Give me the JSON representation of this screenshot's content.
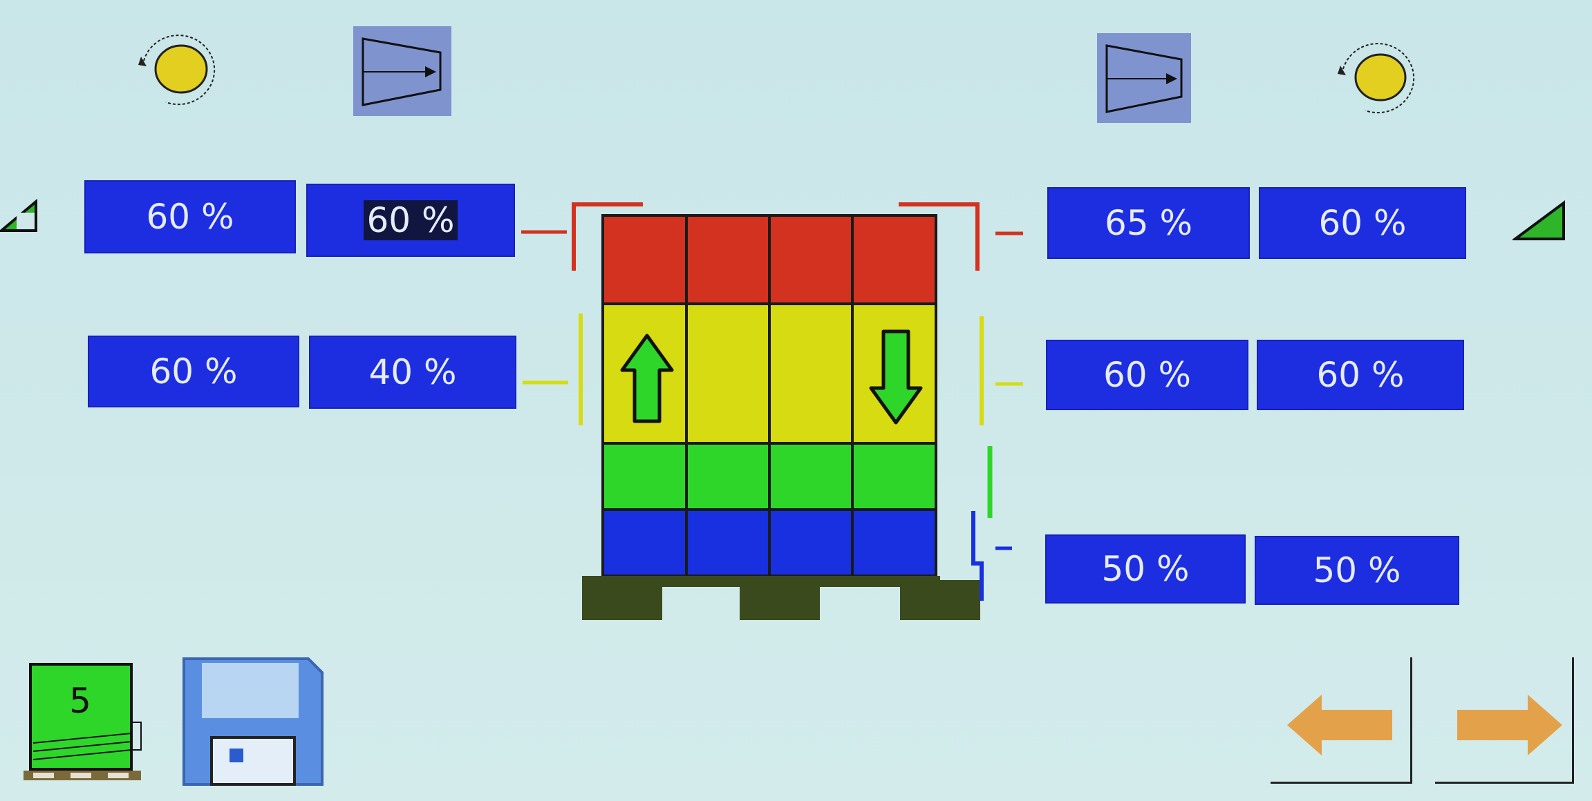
{
  "left": {
    "row1": [
      "60 %",
      "60 %"
    ],
    "row2": [
      "60 %",
      "40 %"
    ]
  },
  "right": {
    "row1": [
      "65 %",
      "60 %"
    ],
    "row2": [
      "60 %",
      "60 %"
    ],
    "row3": [
      "50 %",
      "50 %"
    ]
  },
  "layer_counter": "5",
  "colors": {
    "top_layer": "#d2321f",
    "middle_layer": "#d6dc11",
    "lower_layer": "#2fd62a",
    "bottom_layer": "#1830e0",
    "pallet": "#3b4a1d",
    "value_box": "#1d2ee0",
    "nav_arrow": "#e3a24a"
  },
  "icons": [
    "rotation-left-icon",
    "stretch-film-left-icon",
    "stretch-film-right-icon",
    "rotation-right-icon",
    "ramp-left-icon",
    "ramp-right-icon",
    "arrow-up-icon",
    "arrow-down-icon",
    "layer-counter-icon",
    "save-icon",
    "back-arrow-icon",
    "forward-arrow-icon"
  ]
}
